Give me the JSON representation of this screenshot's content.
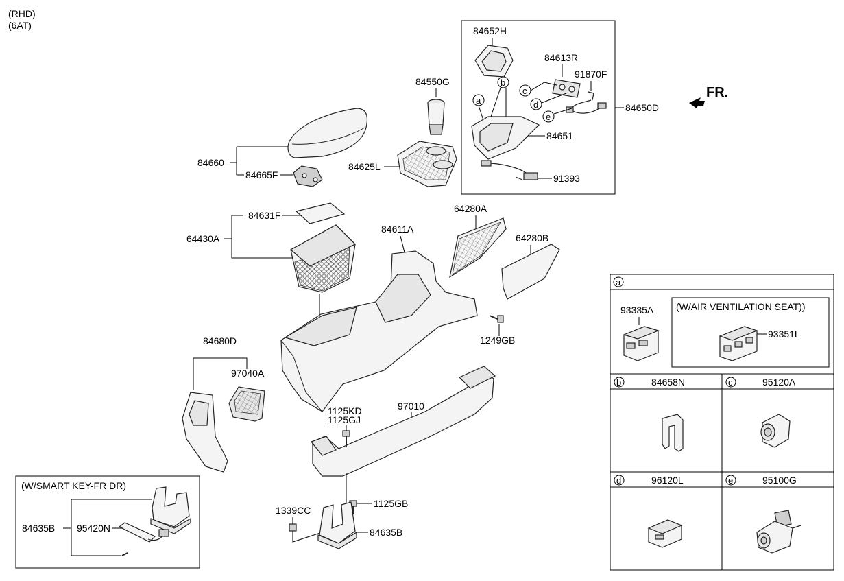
{
  "notes": {
    "rhd": "(RHD)",
    "trans": "(6AT)"
  },
  "direction": {
    "label": "FR."
  },
  "parts": {
    "p84652H": "84652H",
    "p84613R": "84613R",
    "p91870F": "91870F",
    "p84650D": "84650D",
    "p84651": "84651",
    "p91393": "91393",
    "p84550G": "84550G",
    "p84625L": "84625L",
    "p84660": "84660",
    "p84665F": "84665F",
    "p84631F": "84631F",
    "p64430A": "64430A",
    "p84611A": "84611A",
    "p64280A": "64280A",
    "p64280B": "64280B",
    "p1249GB": "1249GB",
    "p84680D": "84680D",
    "p97040A": "97040A",
    "p1125KD": "1125KD",
    "p1125GJ": "1125GJ",
    "p97010": "97010",
    "p1339CC": "1339CC",
    "p1125GB": "1125GB",
    "p84635B": "84635B",
    "p84635B_2": "84635B",
    "p95420N": "95420N"
  },
  "callouts": {
    "a": "a",
    "b": "b",
    "c": "c",
    "d": "d",
    "e": "e"
  },
  "smart_key_box": {
    "title": "(W/SMART KEY-FR DR)"
  },
  "legend": {
    "a": {
      "letter": "a",
      "part": "93335A",
      "option_title": "(W/AIR VENTILATION SEAT))",
      "option_part": "93351L"
    },
    "b": {
      "letter": "b",
      "part": "84658N"
    },
    "c": {
      "letter": "c",
      "part": "95120A"
    },
    "d": {
      "letter": "d",
      "part": "96120L"
    },
    "e": {
      "letter": "e",
      "part": "95100G"
    }
  }
}
